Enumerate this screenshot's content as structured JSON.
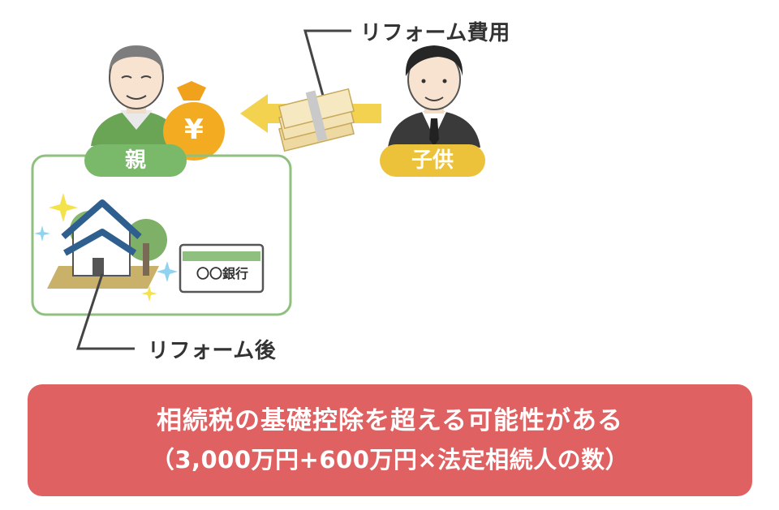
{
  "labels": {
    "reform_cost": "リフォーム費用",
    "after_reform": "リフォーム後",
    "parent": "親",
    "child": "子供",
    "yen_symbol": "¥",
    "bank_name": "〇〇銀行"
  },
  "banner": {
    "line1": "相続税の基礎控除を超える可能性がある",
    "line2": "（3,000万円+600万円×法定相続人の数）"
  },
  "colors": {
    "green": "#7ab86a",
    "yellow": "#ecc23a",
    "banner": "#e06161",
    "arrow": "#f2d24f"
  }
}
